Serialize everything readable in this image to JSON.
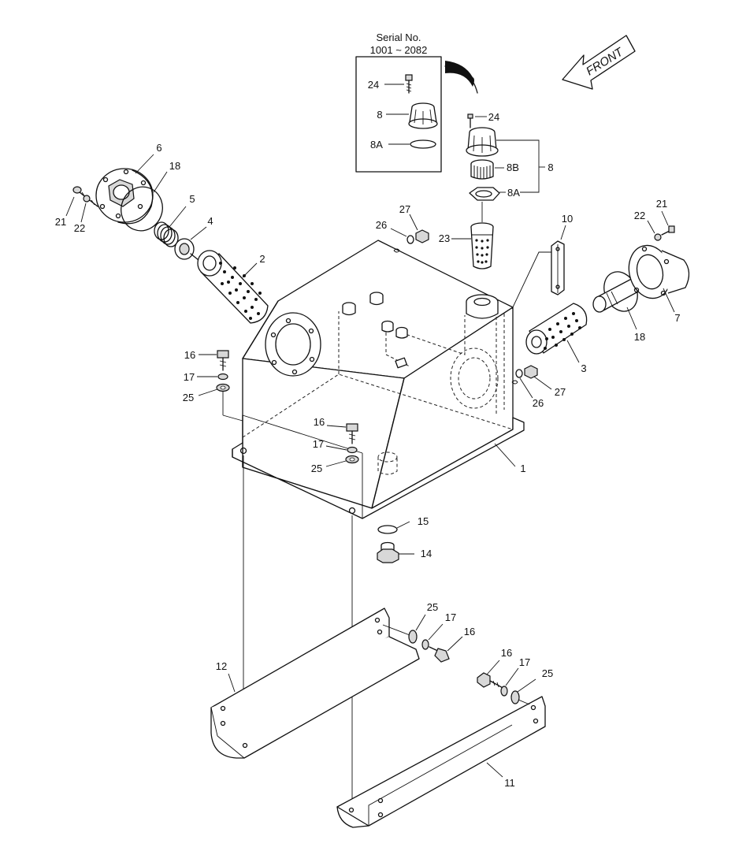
{
  "inset": {
    "title": "Serial No.",
    "range": "1001 ~ 2082",
    "labels": {
      "p24": "24",
      "p8": "8",
      "p8A": "8A"
    }
  },
  "direction": {
    "label": "FRONT"
  },
  "labels": {
    "n1": "1",
    "n2": "2",
    "n3": "3",
    "n4": "4",
    "n5": "5",
    "n6": "6",
    "n7": "7",
    "n8": "8",
    "n8A": "8A",
    "n8B": "8B",
    "n10": "10",
    "n11": "11",
    "n12": "12",
    "n14": "14",
    "n15": "15",
    "n16": "16",
    "n17": "17",
    "n18": "18",
    "n21": "21",
    "n22": "22",
    "n23": "23",
    "n24": "24",
    "n25": "25",
    "n26": "26",
    "n27": "27"
  }
}
